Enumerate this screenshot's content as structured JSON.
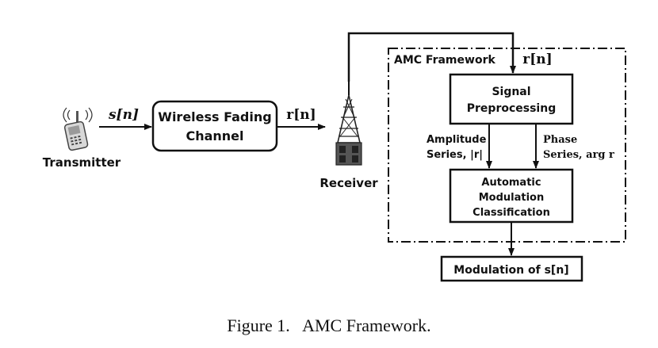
{
  "diagram": {
    "transmitter_label": "Transmitter",
    "receiver_label": "Receiver",
    "signal_s": "s[n]",
    "signal_r_left": "r[n]",
    "signal_r_right": "r[n]",
    "channel_line1": "Wireless Fading",
    "channel_line2": "Channel",
    "framework_label": "AMC Framework",
    "preprocess_line1": "Signal",
    "preprocess_line2": "Preprocessing",
    "amplitude_line1": "Amplitude",
    "amplitude_line2": "Series, |r|",
    "phase_line1": "Phase",
    "phase_line2": "Series, arg r",
    "amc_line1": "Automatic",
    "amc_line2": "Modulation",
    "amc_line3": "Classification",
    "output_label": "Modulation of s[n]",
    "icons": [
      "phone-icon",
      "tower-icon"
    ]
  },
  "caption": "Figure 1.   AMC Framework."
}
